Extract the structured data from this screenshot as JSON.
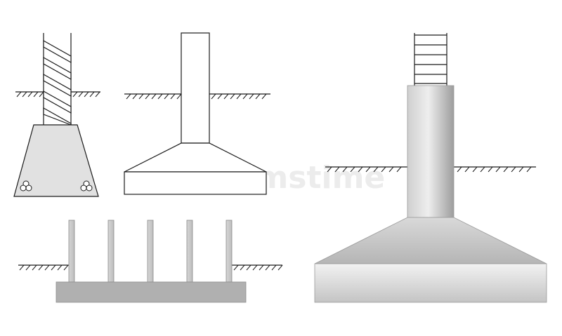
{
  "diagram": {
    "watermark": "dreamstime",
    "colors": {
      "background": "#ffffff",
      "outline": "#1a1a1a",
      "concrete_light": "#e6e6e6",
      "concrete_mid": "#cfcfcf",
      "concrete_dark": "#a9a9a9",
      "watermark": "#e9e9e9"
    },
    "footings": [
      {
        "name": "spread-footing-with-rebar",
        "features": [
          "spiral-rebar-column",
          "trapezoid-base",
          "rebar-bundles"
        ]
      },
      {
        "name": "column-footing-outline",
        "features": [
          "column",
          "sloped-cap",
          "slab-base"
        ]
      },
      {
        "name": "strip-footing-with-posts",
        "features": [
          "five-posts",
          "gray-beam"
        ]
      },
      {
        "name": "shaded-column-footing",
        "features": [
          "ladder-rebar",
          "column",
          "sloped-cap",
          "slab-base"
        ]
      }
    ]
  }
}
